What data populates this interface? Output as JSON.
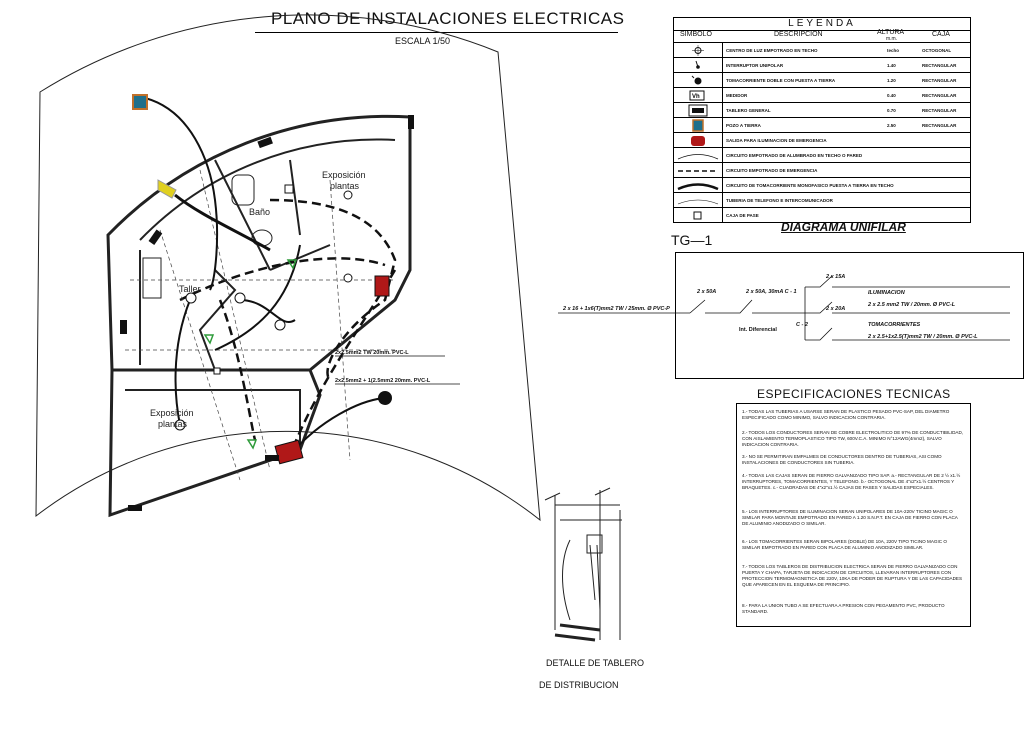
{
  "title": "PLANO DE INSTALACIONES ELECTRICAS",
  "scale": "ESCALA 1/50",
  "rooms": {
    "expo1": "Exposición",
    "expo1b": "plantas",
    "bano": "Baño",
    "taller": "Taller",
    "expo2": "Exposición",
    "expo2b": "plantas"
  },
  "circuit_labels": {
    "c1": "2x2.5mm2 TW 20mm. PVC-L",
    "c2": "2x2.5mm2 + 1(2.5mm2 20mm. PVC-L"
  },
  "legend": {
    "title": "LEYENDA",
    "headers": {
      "simbolo": "SIMBOLO",
      "descripcion": "DESCRIPCION",
      "altura": "ALTURA",
      "altura_unit": "m.m.",
      "caja": "CAJA"
    },
    "rows": [
      {
        "symbol": "ceiling-light",
        "desc": "CENTRO DE LUZ EMPOTRADO EN TECHO",
        "height": "techo",
        "box": "OCTOGONAL"
      },
      {
        "symbol": "switch",
        "desc": "INTERRUPTOR UNIPOLAR",
        "height": "1.40",
        "box": "RECTANGULAR"
      },
      {
        "symbol": "outlet",
        "desc": "TOMACORRIENTE DOBLE CON PUESTA A TIERRA",
        "height": "1.20",
        "box": "RECTANGULAR"
      },
      {
        "symbol": "meter",
        "desc": "MEDIDOR",
        "height": "0.40",
        "box": "RECTANGULAR"
      },
      {
        "symbol": "panel",
        "desc": "TABLERO GENERAL",
        "height": "0.70",
        "box": "RECTANGULAR"
      },
      {
        "symbol": "ground",
        "desc": "POZO A TIERRA",
        "height": "2.50",
        "box": "RECTANGULAR"
      },
      {
        "symbol": "emergency",
        "desc": "SALIDA PARA ILUMINACION DE EMERGENCIA",
        "height": "",
        "box": ""
      },
      {
        "symbol": "line-thin-curve",
        "desc": "CIRCUITO EMPOTRADO DE ALUMBRADO EN TECHO O PARED",
        "height": "",
        "box": ""
      },
      {
        "symbol": "line-dashed",
        "desc": "CIRCUITO EMPOTRADO DE EMERGENCIA",
        "height": "",
        "box": ""
      },
      {
        "symbol": "line-thick",
        "desc": "CIRCUITO DE TOMACORRIENTE MONOFASICO PUESTA A TIERRA EN TECHO",
        "height": "",
        "box": ""
      },
      {
        "symbol": "line-thin",
        "desc": "TUBERIA DE TELEFONO E INTERCOMUNICADOR",
        "height": "",
        "box": ""
      },
      {
        "symbol": "pass-box",
        "desc": "CAJA DE PASE",
        "height": "",
        "box": ""
      }
    ]
  },
  "unifilar": {
    "title": "DIAGRAMA UNIFILAR",
    "tg": "TG—1",
    "feeder": "2 x 16 + 1x6(T)mm2 TW / 25mm. Ø PVC-P",
    "main_breaker": "2 x 50A",
    "diff_breaker": "2 x 50A, 30mA C - 1",
    "diff_label": "Int. Diferencial",
    "c1_breaker": "2 x 15A",
    "c1_name": "ILUMINACION",
    "c1_cable": "2 x 2.5 mm2 TW / 20mm. Ø PVC-L",
    "c2_tag": "C - 2",
    "c2_breaker": "2 x 20A",
    "c2_name": "TOMACORRIENTES",
    "c2_cable": "2 x 2.5+1x2.5(T)mm2 TW / 20mm. Ø PVC-L"
  },
  "specs": {
    "title": "ESPECIFICACIONES TECNICAS",
    "items": [
      "1.- TODAS LAS TUBERIAS A USARSE SERAN DE PLASTICO PESADO PVC-SAP, DEL DIAMETRO ESPECIFICADO COMO MINIMO, SALVO INDICACION CONTRARIA.",
      "2.- TODOS LOS CONDUCTORES SERAN DE COBRE ELECTROLITICO DE 97% DE CONDUCTIBILIDAD, CON AISLAMIENTO TERMOPLASTICO TIPO TW, 600V.C.A. MINIMO N°12AWG(4mm2), SALVO INDICACION CONTRARIA.",
      "3.- NO SE PERMITIRAN EMPALMES DE CONDUCTORES DENTRO DE TUBERIAS, ASI COMO INSTALACIONES DE CONDUCTORES SIN TUBERIA.",
      "4.- TODAS LAS CAJAS SERAN DE FIERRO GALVANIZADO TIPO SAP. a.- RECTANGULAR DE 2 ½ x1.½ INTERRUPTORES, TOMACORRIENTES, Y TELEFONO. b.- OCTOGONAL DE 4\"x2\"x1.½ CENTROS Y BRAQUETES. c.- CUADRADAS DE 4\"x2\"x1.½ CAJAS DE PASES Y SALIDAS ESPECIALES.",
      "5.- LOS INTERRUPTORES DE ILUMINACION SERAN UNIPOLARES DE 10A-220V TICINO MAGIC O SIMILAR PARA MONTAJE EMPOTRADO EN PARED A 1.20 S.N.P.T. EN CAJA DE FIERRO CON PLACA DE ALUMINIO ANODIZADO O SIMILAR.",
      "6.- LOS TOMACORRIENTES SERAN BIPOLARES (DOBLE) DE 10A, 220V TIPO TICINO MAGIC O SIMILAR EMPOTRADO EN PARED CON PLACA DE ALUMINIO ANODIZADO SIMILAR.",
      "7.- TODOS LOS TABLEROS DE DISTRIBUCION ELECTRICA SERAN DE FIERRO GALVANIZADO CON PUERTA Y CHAPA, TARJETA DE INDICACION DE CIRCUITOS, LLEVARAN INTERRUPTORES CON PROTECCION TERMOMAGNETICA DE 220V, 10KA DE PODER DE RUPTURA Y DE LAS CAPACIDADES QUE APARECEN EN EL ESQUEMA DE PRINCIPIO.",
      "8.- PARA LA UNION TUBO A SE EFECTUARA A PRESION CON PEGAMENTO PVC, PRODUCTO STANDARD."
    ]
  },
  "detail": {
    "line1": "DETALLE DE TABLERO",
    "line2": "DE DISTRIBUCION"
  },
  "colors": {
    "outlet_green": "#2e9b3a",
    "switch_yellow": "#e0d020",
    "panel_red": "#b01818",
    "ground_teal": "#1f6f8b"
  }
}
